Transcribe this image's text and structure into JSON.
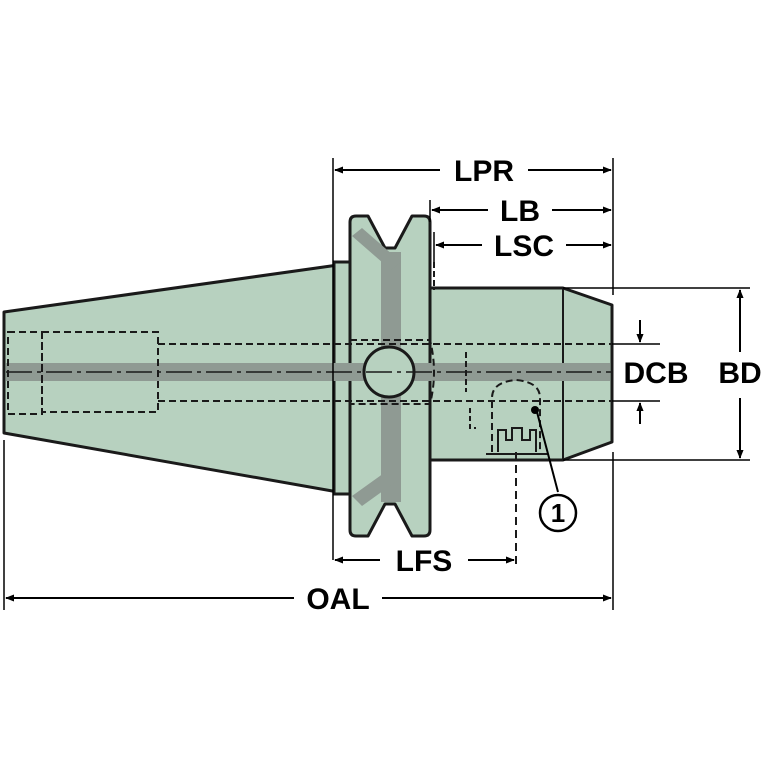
{
  "diagram": {
    "colors": {
      "body_fill": "#b7d1bf",
      "outline": "#1a1a1a",
      "channel": "#8f9a93",
      "line": "#000000",
      "background": "#ffffff"
    },
    "labels": {
      "lpr": "LPR",
      "lb": "LB",
      "lsc": "LSC",
      "dcb": "DCB",
      "bd": "BD",
      "lfs": "LFS",
      "oal": "OAL",
      "callout": "1"
    }
  }
}
